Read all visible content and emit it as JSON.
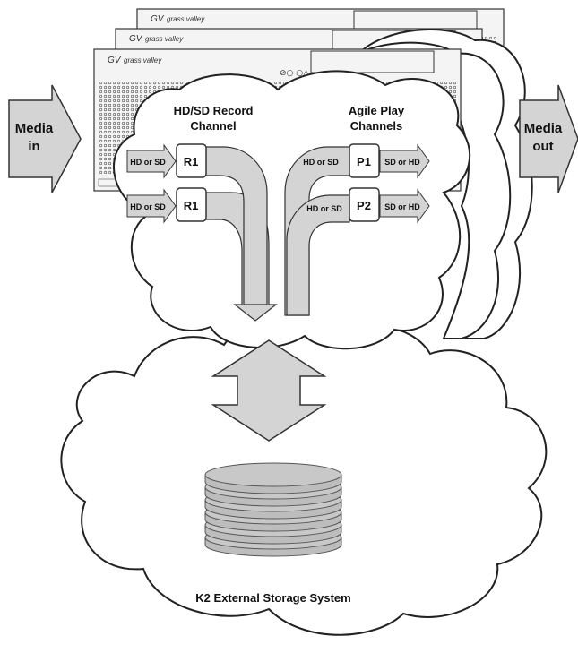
{
  "media_in": {
    "line1": "Media",
    "line2": "in"
  },
  "media_out": {
    "line1": "Media",
    "line2": "out"
  },
  "brand": {
    "logo": "GV",
    "name": "grass valley"
  },
  "record": {
    "title_line1": "HD/SD Record",
    "title_line2": "Channel",
    "input_label": "HD or SD",
    "channels": [
      "R1",
      "R1"
    ]
  },
  "play": {
    "title_line1": "Agile Play",
    "title_line2": "Channels",
    "input_label": "HD or SD",
    "output_label": "SD or HD",
    "channels": [
      "P1",
      "P2"
    ]
  },
  "chassis_indicators": "⊘○ ○△",
  "storage": {
    "label": "K2 External Storage System"
  },
  "colors": {
    "arrow_fill": "#d4d4d4",
    "arrow_stroke": "#333333",
    "chassis_fill": "#f4f4f4",
    "cloud_fill": "#ffffff",
    "disk_fill": "#c8c8c8"
  }
}
